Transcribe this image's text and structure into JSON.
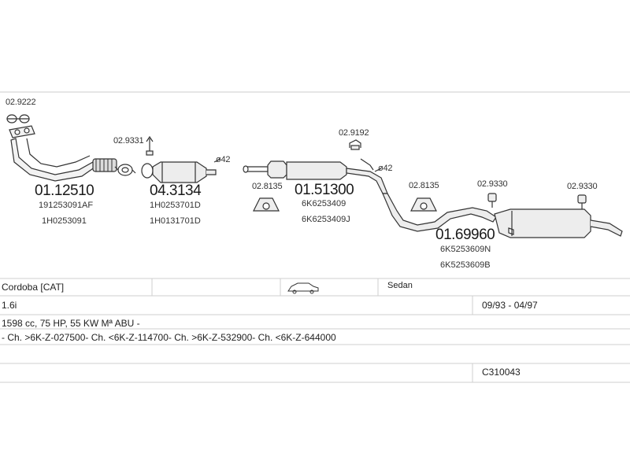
{
  "parts": {
    "clamp_top": "02.9222",
    "clamp_flex": "02.9331",
    "clamp_mid": "02.9192",
    "mount_1": "02.8135",
    "mount_2": "02.8135",
    "clamp_rear_1": "02.9330",
    "clamp_rear_2": "02.9330",
    "front_pipe": "01.12510",
    "front_pipe_oe1": "191253091AF",
    "front_pipe_oe2": "1H0253091",
    "catalyst": "04.3134",
    "catalyst_oe1": "1H0253701D",
    "catalyst_oe2": "1H0131701D",
    "middle_silencer": "01.51300",
    "middle_oe1": "6K6253409",
    "middle_oe2": "6K6253409J",
    "rear_silencer": "01.69960",
    "rear_oe1": "6K5253609N",
    "rear_oe2": "6K5253609B",
    "diam_1": "ø42",
    "diam_2": "ø42"
  },
  "info": {
    "model": "Cordoba  [CAT]",
    "body": "Sedan",
    "engine": "1.6i",
    "years": "09/93 - 04/97",
    "spec": "1598 cc, 75 HP, 55 KW Mª ABU -",
    "chassis": "- Ch. >6K-Z-027500- Ch. <6K-Z-114700- Ch. >6K-Z-532900- Ch. <6K-Z-644000",
    "catalog_code": "C310043"
  },
  "icons": {
    "car": "sedan-car-icon"
  }
}
